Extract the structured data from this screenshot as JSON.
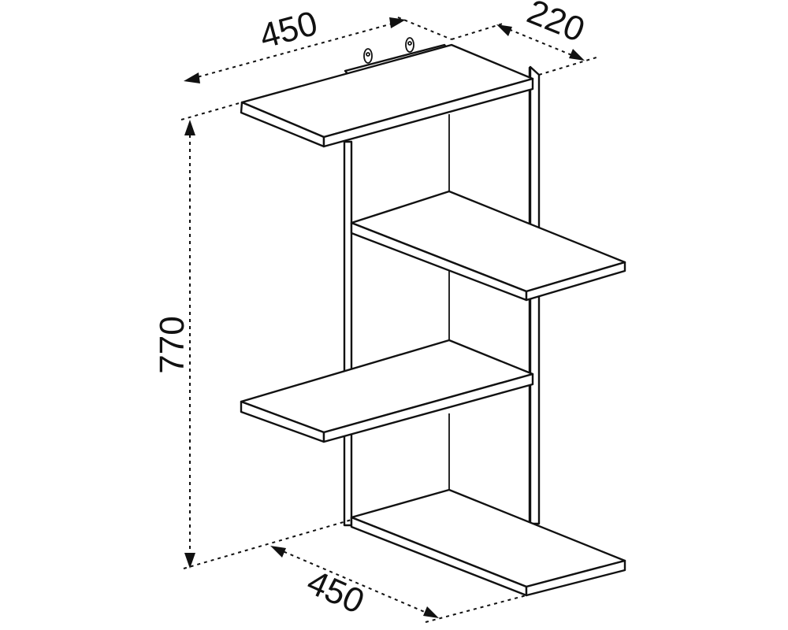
{
  "dimensions": {
    "top_width": "450",
    "depth": "220",
    "height": "770",
    "bottom_width": "450"
  },
  "colors": {
    "line": "#111111",
    "background": "#ffffff"
  }
}
